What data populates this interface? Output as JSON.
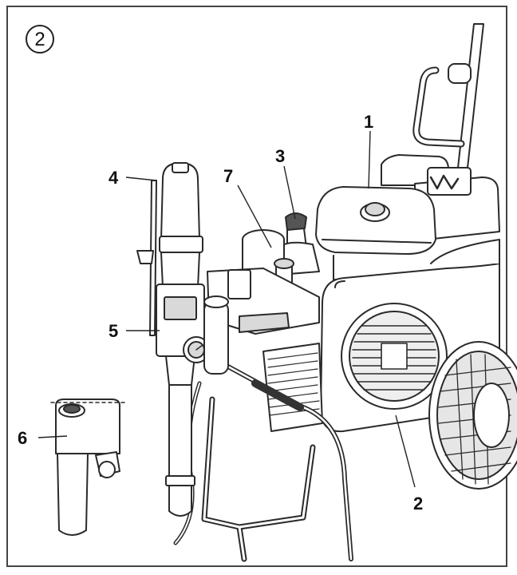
{
  "figure": {
    "badge": "2",
    "callouts": {
      "c1": "1",
      "c2": "2",
      "c3": "3",
      "c4": "4",
      "c5": "5",
      "c6": "6",
      "c7": "7"
    }
  },
  "colors": {
    "line": "#2a2a2a",
    "fill": "#ffffff",
    "shade": "#d9d9d9",
    "dark": "#555555"
  }
}
